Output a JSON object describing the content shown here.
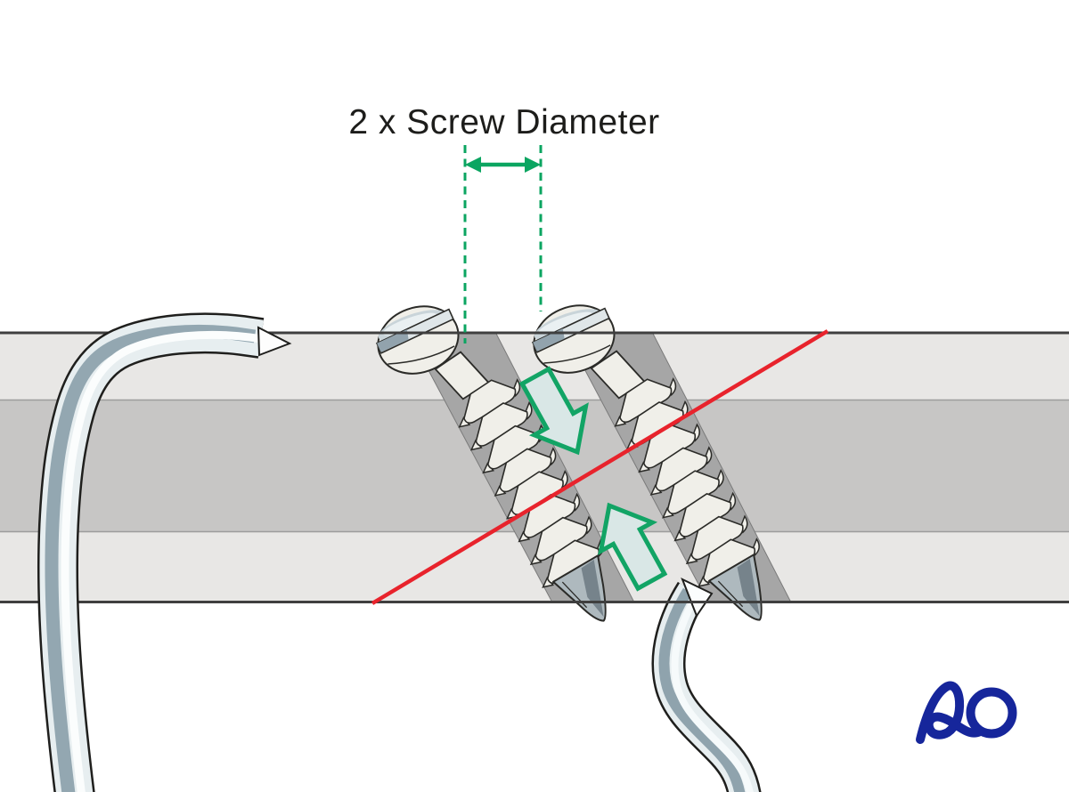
{
  "figure": {
    "type": "medical-illustration",
    "subject": "lag-screw-fixation-of-oblique-fracture",
    "annotation": {
      "label": "2 x Screw Diameter"
    },
    "colors": {
      "measurement_green": "#0ba561",
      "arrow_outline_green": "#12a465",
      "arrow_fill": "#d9e7e6",
      "fracture_red": "#e8232c",
      "bone_cortex_light": "#e8e7e5",
      "bone_medullary_gray": "#c7c6c5",
      "bone_outline": "#3f3f3f",
      "drill_channel_gray": "#a6a6a6",
      "screw_body": "#f0efe9",
      "screw_tip_dark": "#76838b",
      "instrument_steel": "#8fa3ad",
      "line_outline": "#1d1d1b"
    },
    "elements": [
      "measurement-label",
      "measurement-guide-line-left",
      "measurement-guide-line-right",
      "measurement-double-arrow-icon",
      "bone-cortex-top-band",
      "bone-medullary-band",
      "bone-cortex-bottom-band",
      "fracture-line",
      "lag-screw-left",
      "lag-screw-right",
      "drill-channel-left",
      "drill-channel-right",
      "compression-arrow-down-icon",
      "compression-arrow-up-icon",
      "bone-hook-left",
      "bone-hook-right"
    ]
  },
  "branding": {
    "logo_text": "AO",
    "logo_color": "#16269b"
  }
}
